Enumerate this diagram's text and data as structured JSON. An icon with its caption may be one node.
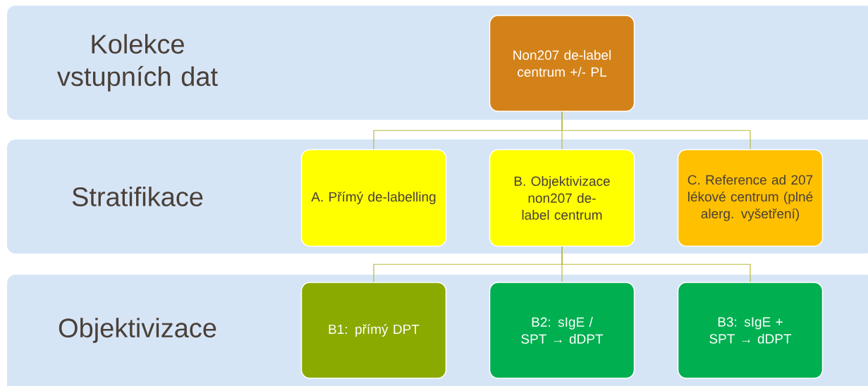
{
  "diagram": {
    "nodes": [
      {
        "text": [
          "Kolekce vstupních dat"
        ]
      },
      {
        "text": [
          "Non207 de-label centrum +/- PL"
        ],
        "in": 0
      },
      {
        "text": [
          "Stratifikace"
        ]
      },
      {
        "text": [
          "A. Přímý de-labelling"
        ],
        "in": 2
      },
      {
        "text": [
          "B. Objektivizace non207 de-label centrum"
        ],
        "in": 2
      },
      {
        "text": [
          "C. Reference ad 207 lékové centrum (plné alerg. vyšetření)"
        ],
        "in": 2
      },
      {
        "text": [
          "Objektivizace"
        ]
      },
      {
        "text": [
          "B1: přímý DPT"
        ],
        "in": 6
      },
      {
        "text": [
          "B2: sIgE / SPT → dDPT"
        ],
        "in": 6
      },
      {
        "text": [
          "B3: sIgE + SPT → dDPT"
        ],
        "in": 6
      }
    ],
    "edges": [
      {
        "from": 1,
        "to": 3,
        "arrow": "none"
      },
      {
        "from": 1,
        "to": 4,
        "arrow": "none"
      },
      {
        "from": 1,
        "to": 5,
        "arrow": "none"
      },
      {
        "from": 4,
        "to": 7,
        "arrow": "none"
      },
      {
        "from": 4,
        "to": 8,
        "arrow": "none"
      },
      {
        "from": 4,
        "to": 9,
        "arrow": "none"
      }
    ]
  }
}
